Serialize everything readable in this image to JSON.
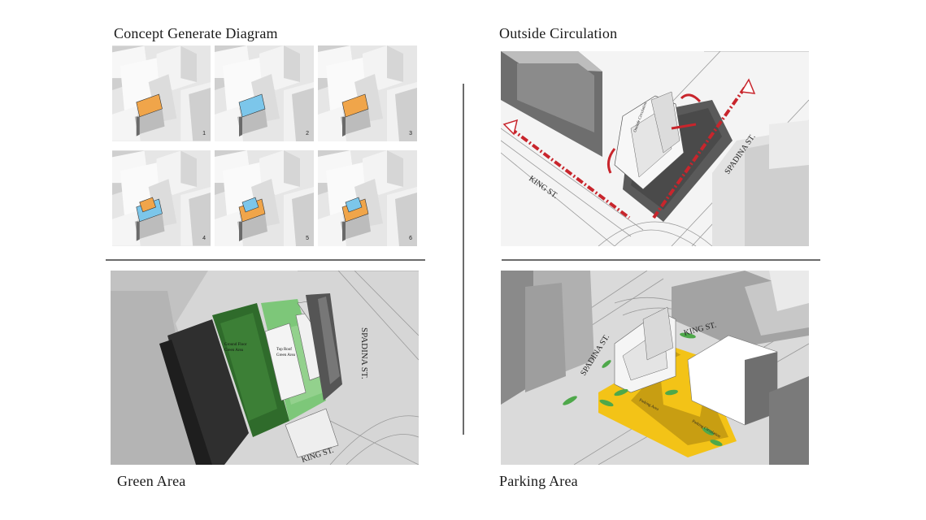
{
  "sections": {
    "concept": {
      "title": "Concept Generate Diagram",
      "steps": [
        "1",
        "2",
        "3",
        "4",
        "5",
        "6"
      ]
    },
    "circulation": {
      "title": "Outside Circulation",
      "labels": {
        "king": "KING ST.",
        "spadina": "SPADINA ST.",
        "building": "Outside Circulation"
      }
    },
    "green": {
      "title": "Green Area",
      "labels": {
        "ground": [
          "Ground Floor",
          "Green Area"
        ],
        "roof": [
          "Top Roof",
          "Green Area"
        ],
        "spadina": "SPADINA ST.",
        "king": "KING ST."
      }
    },
    "parking": {
      "title": "Parking Area",
      "labels": {
        "spadina": "SPADINA ST.",
        "king": "KING ST.",
        "parking": "Parking Area",
        "circulation": "Parking Circulation"
      }
    }
  },
  "colors": {
    "orange": "#f0a54a",
    "blue": "#7cc6ea",
    "red": "#c8252c",
    "green_dark": "#2f6b2b",
    "green_light": "#7dc779",
    "yellow": "#f3c317",
    "yellow_dark": "#c89e12"
  }
}
